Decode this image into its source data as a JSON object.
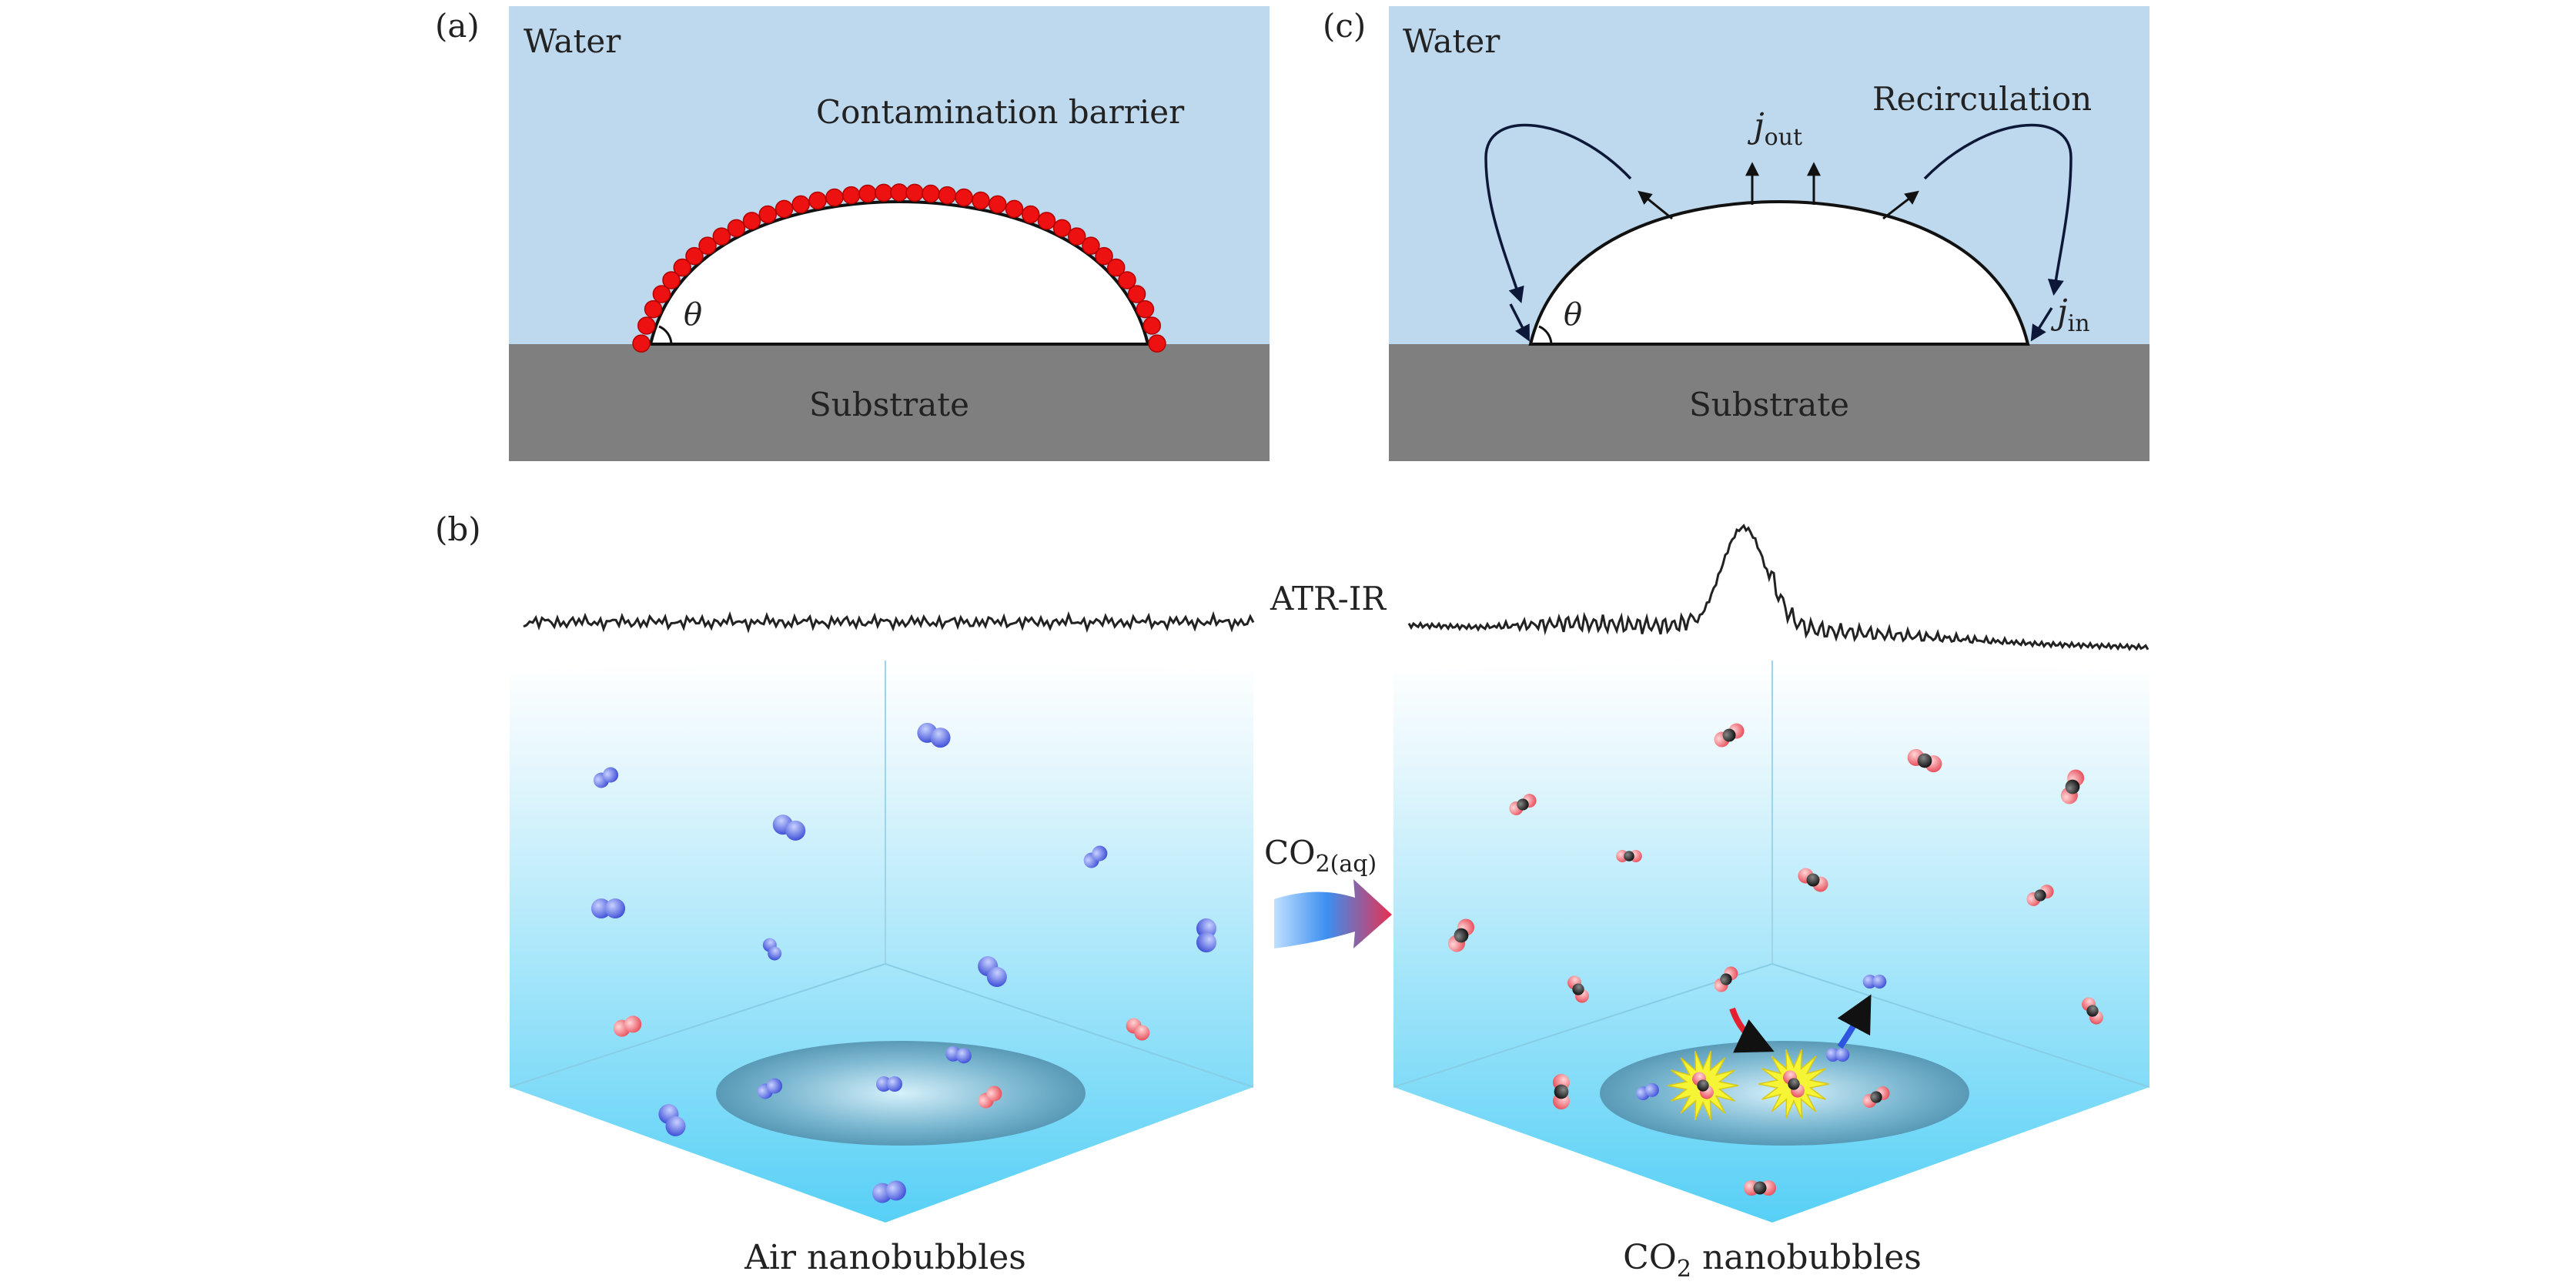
{
  "panel_a": {
    "tag": "(a)",
    "water_label": "Water",
    "barrier_label": "Contamination barrier",
    "theta_label": "θ",
    "substrate_label": "Substrate"
  },
  "panel_c": {
    "tag": "(c)",
    "water_label": "Water",
    "recirc_label": "Recirculation",
    "j_out_main": "j",
    "j_out_sub": "out",
    "j_in_main": "j",
    "j_in_sub": "in",
    "theta_label": "θ",
    "substrate_label": "Substrate"
  },
  "panel_b": {
    "tag": "(b)",
    "atr_label": "ATR-IR",
    "co2_main": "CO",
    "co2_sub": "2(aq)",
    "left_caption": "Air nanobubbles",
    "right_caption_main": "CO",
    "right_caption_sub": "2",
    "right_caption_rest": " nanobubbles"
  },
  "colors": {
    "water": "#bed8ee",
    "substrate": "#7f7f7f",
    "barrier_dots": "#ee1111",
    "air_molecule": "#5a6ee8",
    "co2_oxygen": "#f07a80",
    "co2_carbon": "#2b2b2b",
    "cube_top": "#e8f8ff",
    "cube_bottom": "#59d2f7",
    "spark": "#f5f536"
  }
}
